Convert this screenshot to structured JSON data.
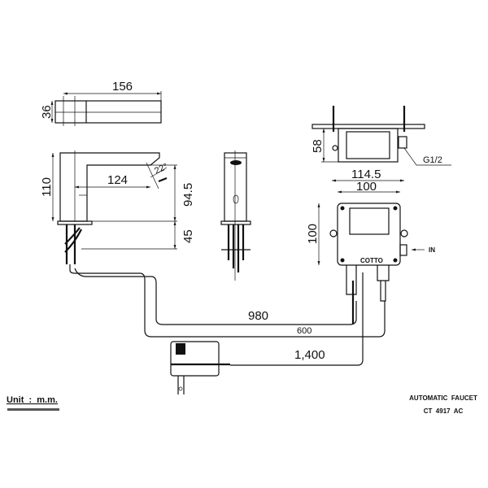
{
  "dimensions": {
    "top_length": "156",
    "top_height": "36",
    "body_height": "110",
    "spout_reach": "124",
    "spout_angle": "22°",
    "spout_height": "94.5",
    "base_depth": "45",
    "box_mount_height": "58",
    "inlet_thread": "G1/2",
    "box_outer_width": "114.5",
    "box_width": "100",
    "box_height": "100",
    "inlet_label": "IN",
    "box_brand": "COTTO",
    "hose_sensor": "980",
    "hose_supply": "600",
    "power_cable": "1,400"
  },
  "footer": {
    "unit": "Unit  :  m.m.",
    "product_name": "AUTOMATIC  FAUCET",
    "model": "CT  4917  AC"
  },
  "colors": {
    "line": "#111111",
    "background": "#ffffff"
  }
}
